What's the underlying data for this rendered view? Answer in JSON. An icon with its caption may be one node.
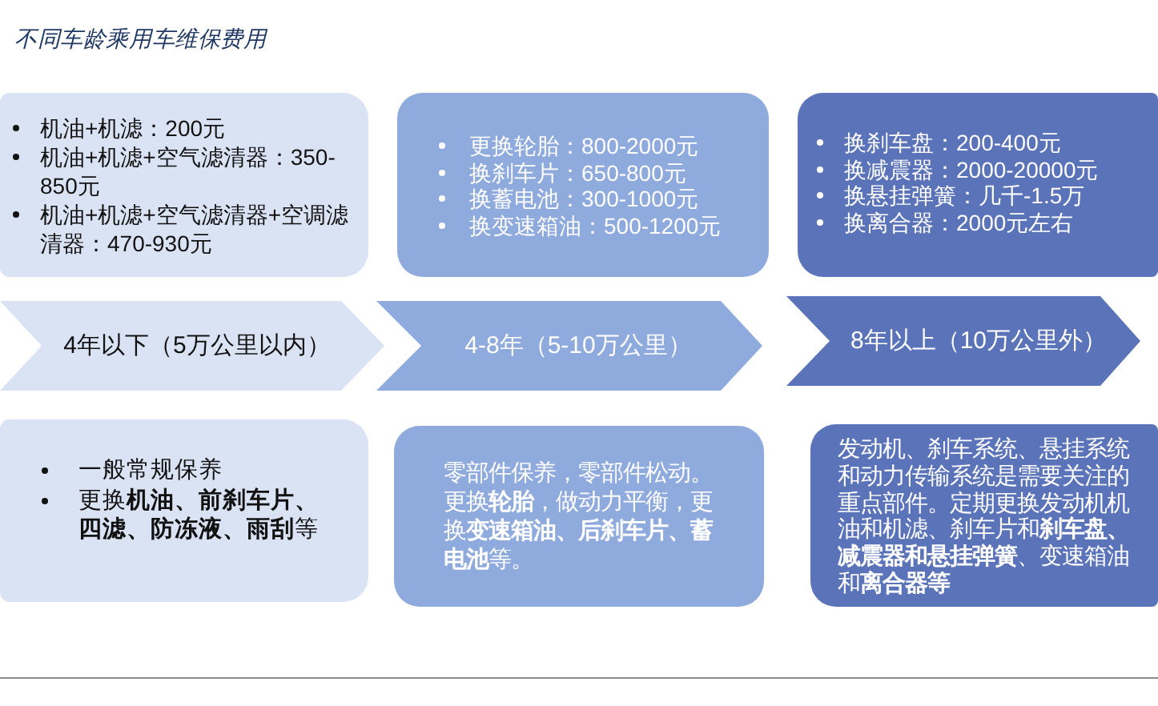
{
  "diagram": {
    "title": "不同车龄乘用车维保费用",
    "nodes": [
      {
        "text": [
          "机油+机滤：200元",
          "机油+机滤+空气滤清器：350-850元",
          "机油+机滤+空气滤清器+空调滤清器：470-930元"
        ]
      },
      {
        "text": [
          "更换轮胎：800-2000元",
          "换刹车片：650-800元",
          "换蓄电池：300-1000元",
          "换变速箱油：500-1200元"
        ]
      },
      {
        "text": [
          "换刹车盘：200-400元",
          "换减震器：2000-20000元",
          "换悬挂弹簧：几千-1.5万",
          "换离合器：2000元左右"
        ]
      },
      {
        "text": [
          "4年以下（5万公里以内）"
        ]
      },
      {
        "text": [
          "4-8年（5-10万公里）"
        ]
      },
      {
        "text": [
          "8年以上（10万公里外）"
        ]
      },
      {
        "text": [
          "一般常规保养",
          "更换**机油、前刹车片、四滤、防冻液、雨刮**等"
        ]
      },
      {
        "text": [
          "零部件保养，零部件松动。更换**轮胎**，做动力平衡，更换**变速箱油、后刹车片、蓄电池**等。"
        ]
      },
      {
        "text": [
          "发动机、刹车系统、悬挂系统和动力传输系统是需要关注的重点部件。定期更换发动机机油和机滤、刹车片和**刹车盘、减震器和悬挂弹簧**、变速箱油和**离合器等**"
        ]
      }
    ]
  }
}
